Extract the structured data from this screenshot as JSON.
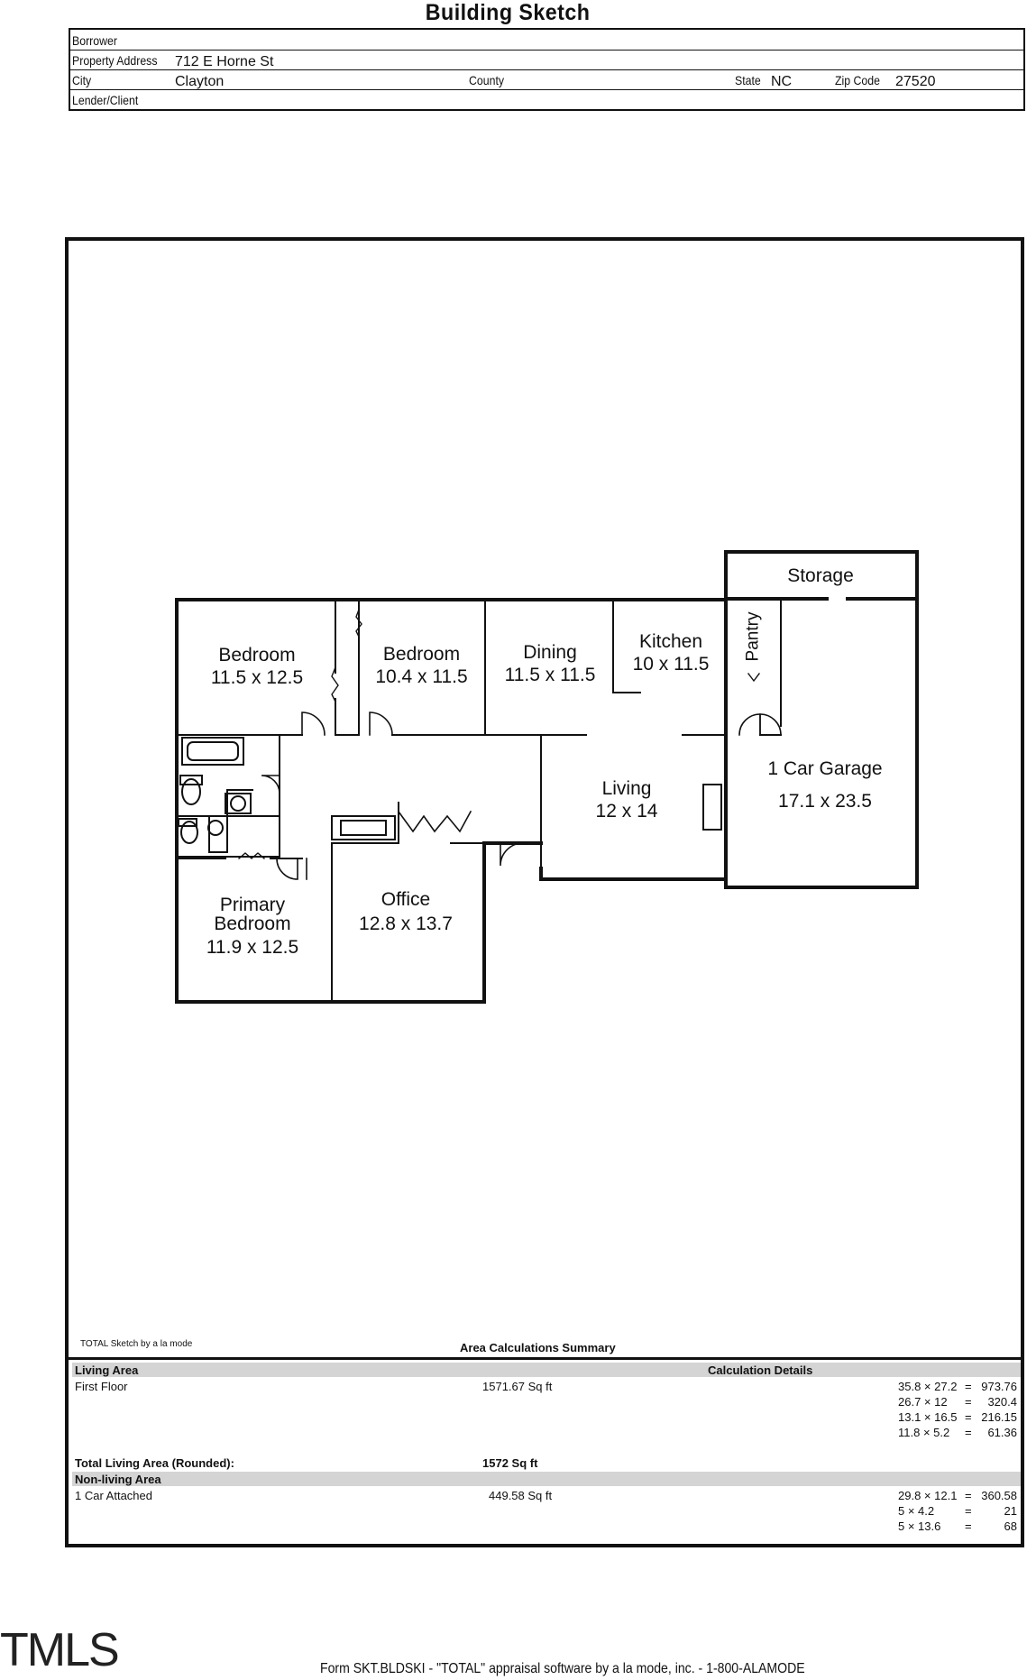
{
  "title": "Building Sketch",
  "header": {
    "borrower_label": "Borrower",
    "borrower_value": "",
    "address_label": "Property Address",
    "address_value": "712 E Horne St",
    "city_label": "City",
    "city_value": "Clayton",
    "county_label": "County",
    "county_value": "",
    "state_label": "State",
    "state_value": "NC",
    "zip_label": "Zip Code",
    "zip_value": "27520",
    "lender_label": "Lender/Client",
    "lender_value": ""
  },
  "rooms": {
    "storage": "Storage",
    "bedroom1_name": "Bedroom",
    "bedroom1_dim": "11.5 x 12.5",
    "bedroom2_name": "Bedroom",
    "bedroom2_dim": "10.4 x 11.5",
    "dining_name": "Dining",
    "dining_dim": "11.5 x 11.5",
    "kitchen_name": "Kitchen",
    "kitchen_dim": "10 x 11.5",
    "pantry": "Pantry",
    "garage_name": "1 Car Garage",
    "garage_dim": "17.1 x 23.5",
    "living_name": "Living",
    "living_dim": "12 x 14",
    "primary_name_1": "Primary",
    "primary_name_2": "Bedroom",
    "primary_dim": "11.9 x 12.5",
    "office_name": "Office",
    "office_dim": "12.8 x 13.7"
  },
  "area": {
    "software_note": "TOTAL Sketch by a la mode",
    "summary_title": "Area Calculations Summary",
    "living_header": "Living Area",
    "details_header": "Calculation Details",
    "first_floor_label": "First Floor",
    "first_floor_value": "1571.67 Sq ft",
    "first_floor_calcs": [
      {
        "expr": "35.8 × 27.2",
        "eq": "=",
        "result": "973.76"
      },
      {
        "expr": "26.7 × 12",
        "eq": "=",
        "result": "320.4"
      },
      {
        "expr": "13.1 × 16.5",
        "eq": "=",
        "result": "216.15"
      },
      {
        "expr": "11.8 × 5.2",
        "eq": "=",
        "result": "61.36"
      }
    ],
    "total_label": "Total Living Area (Rounded):",
    "total_value": "1572 Sq ft",
    "nonliving_header": "Non-living Area",
    "garage_label": "1 Car Attached",
    "garage_value": "449.58 Sq ft",
    "garage_calcs": [
      {
        "expr": "29.8 × 12.1",
        "eq": "=",
        "result": "360.58"
      },
      {
        "expr": "5 × 4.2",
        "eq": "=",
        "result": "21"
      },
      {
        "expr": "5 × 13.6",
        "eq": "=",
        "result": "68"
      }
    ]
  },
  "footer": {
    "logo_text": "TMLS",
    "form_text": "Form SKT.BLDSKI - \"TOTAL\" appraisal software by a la mode, inc. - 1-800-ALAMODE"
  }
}
